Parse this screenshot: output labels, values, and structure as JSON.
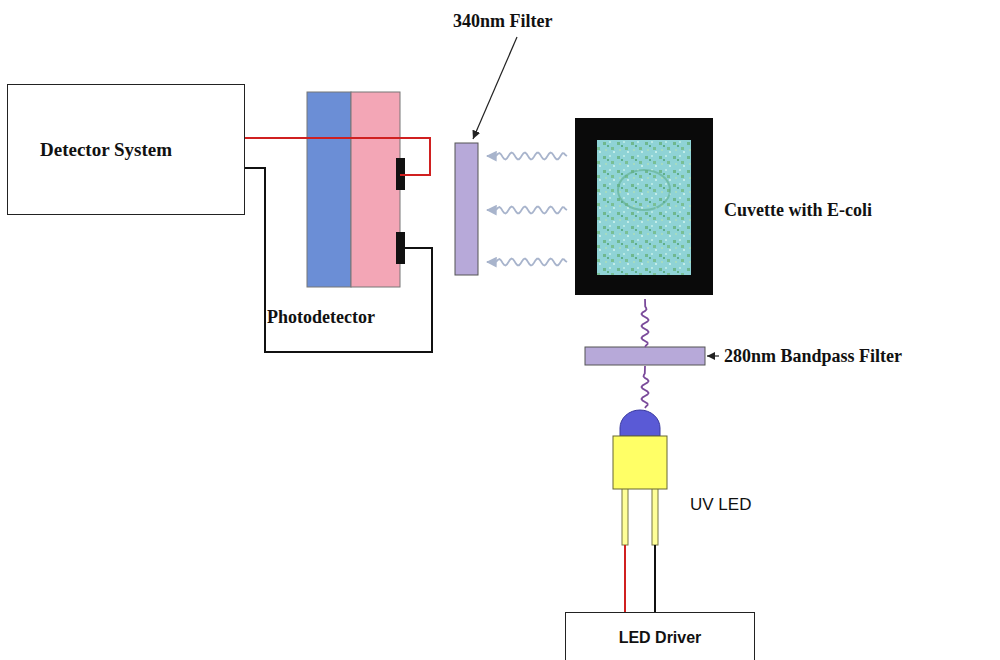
{
  "diagram": {
    "nodes": [
      {
        "text": [
          "Detector System"
        ]
      },
      {
        "text": [
          "Photodetector"
        ]
      },
      {
        "text": [
          "340nm Filter"
        ]
      },
      {
        "text": [
          "Cuvette with E-coli"
        ]
      },
      {
        "text": [
          "280nm Bandpass Filter"
        ]
      },
      {
        "text": [
          "UV LED"
        ]
      },
      {
        "text": [
          "LED Driver"
        ]
      }
    ],
    "edges": [
      {
        "from": 0,
        "to": 1,
        "arrow": "none"
      },
      {
        "from": 0,
        "to": 1,
        "arrow": "none"
      },
      {
        "from": 3,
        "to": 2,
        "arrow": "to"
      },
      {
        "from": 3,
        "to": 2,
        "arrow": "to"
      },
      {
        "from": 3,
        "to": 2,
        "arrow": "to"
      },
      {
        "from": 4,
        "to": 3,
        "arrow": "none"
      },
      {
        "from": 6,
        "to": 5,
        "arrow": "none"
      },
      {
        "from": 6,
        "to": 5,
        "arrow": "none"
      }
    ]
  }
}
